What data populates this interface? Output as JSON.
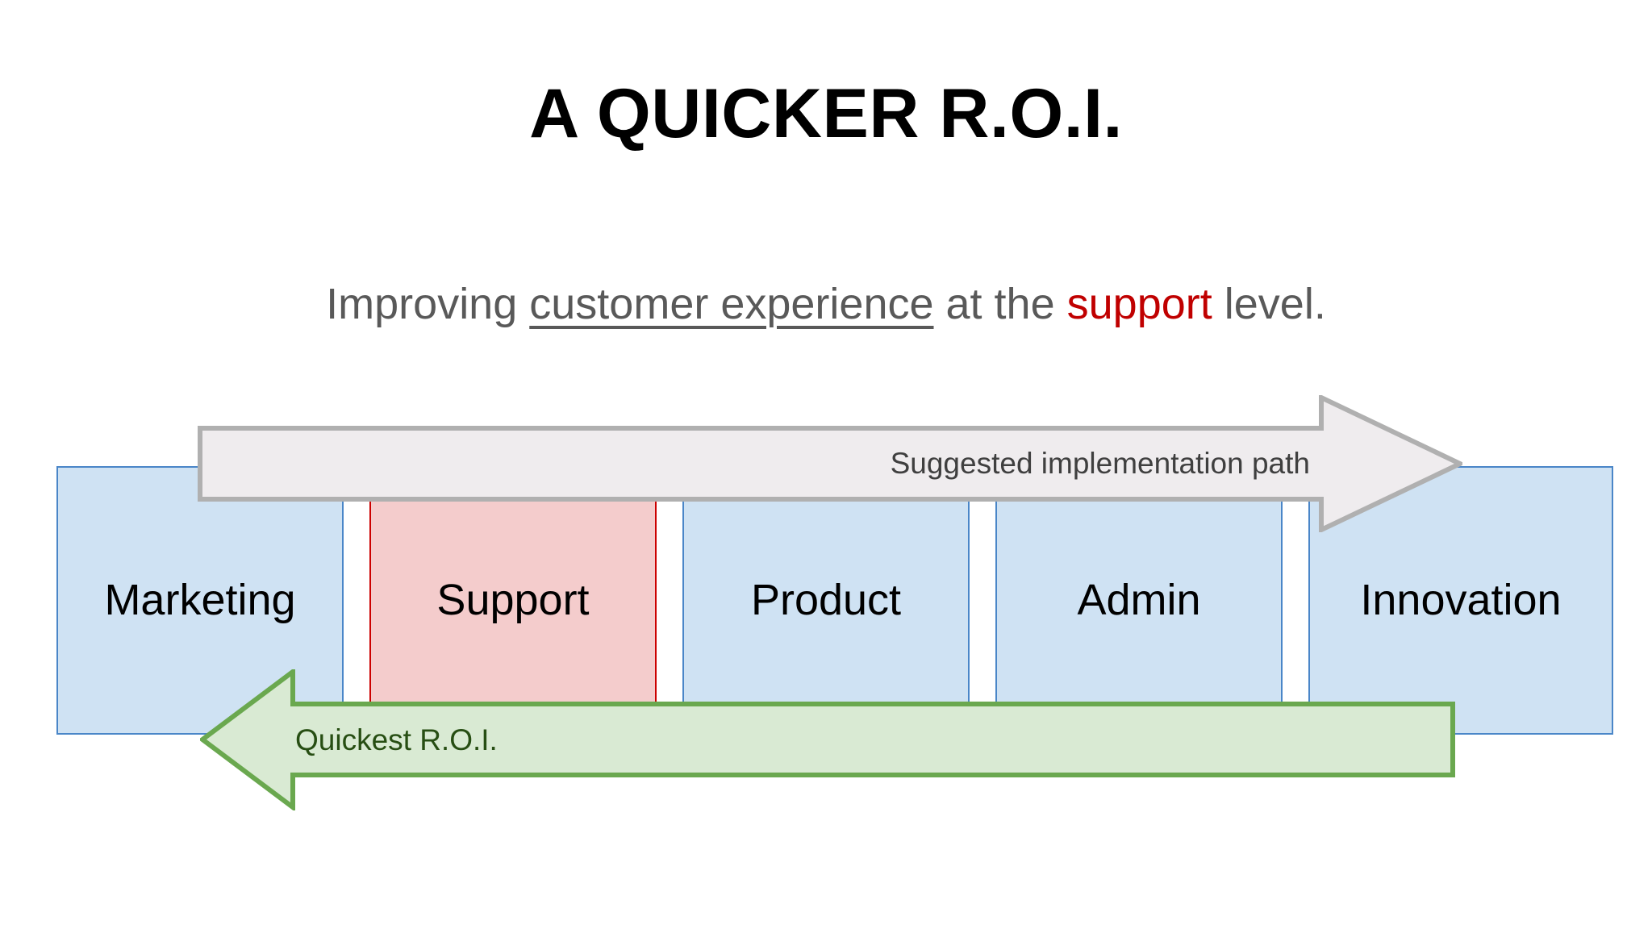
{
  "slide": {
    "title": "A QUICKER R.O.I.",
    "subtitle": {
      "lead": "Improving ",
      "underlined": "customer experience",
      "middle": " at the ",
      "accent": "support",
      "tail": " level."
    },
    "background_color": "#ffffff",
    "title_color": "#000000",
    "subtitle_color": "#595959",
    "accent_color": "#c00000"
  },
  "diagram": {
    "type": "process-stages-with-direction-arrows",
    "stages": [
      {
        "label": "Marketing",
        "fill": "#cfe2f3",
        "border": "#4a86c8",
        "highlight": false
      },
      {
        "label": "Support",
        "fill": "#f4cccc",
        "border": "#cc0000",
        "highlight": true
      },
      {
        "label": "Product",
        "fill": "#cfe2f3",
        "border": "#4a86c8",
        "highlight": false
      },
      {
        "label": "Admin",
        "fill": "#cfe2f3",
        "border": "#4a86c8",
        "highlight": false
      },
      {
        "label": "Innovation",
        "fill": "#cfe2f3",
        "border": "#4a86c8",
        "highlight": false
      }
    ],
    "top_arrow": {
      "label": "Suggested implementation path",
      "direction": "right",
      "fill": "#efecee",
      "border": "#b0b0b0",
      "text_color": "#3f3f3f"
    },
    "bottom_arrow": {
      "label": "Quickest R.O.I.",
      "direction": "left",
      "fill": "#d9ead3",
      "border": "#6aa84f",
      "text_color": "#274e13"
    }
  }
}
